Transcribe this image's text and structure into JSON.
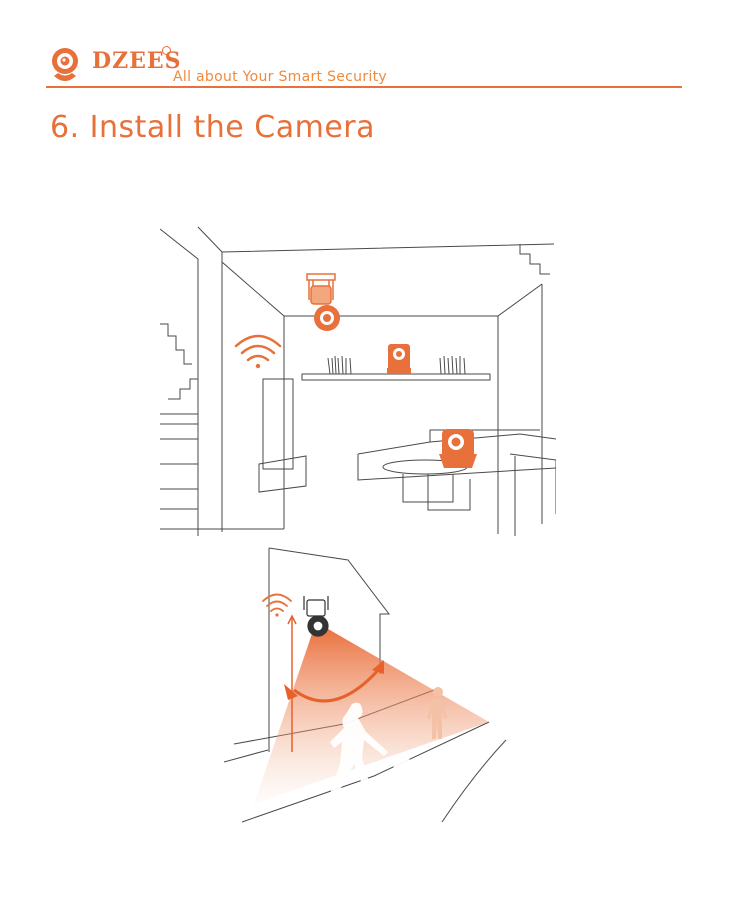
{
  "header": {
    "brand": "DZEES",
    "tagline": "All about Your Smart Security",
    "accent_color": "#e8703a"
  },
  "title": "6. Install the Camera",
  "illustrations": {
    "indoor": {
      "icons": [
        "wifi-icon",
        "camera-icon"
      ]
    },
    "outdoor": {
      "icons": [
        "wifi-icon",
        "camera-icon"
      ]
    }
  }
}
